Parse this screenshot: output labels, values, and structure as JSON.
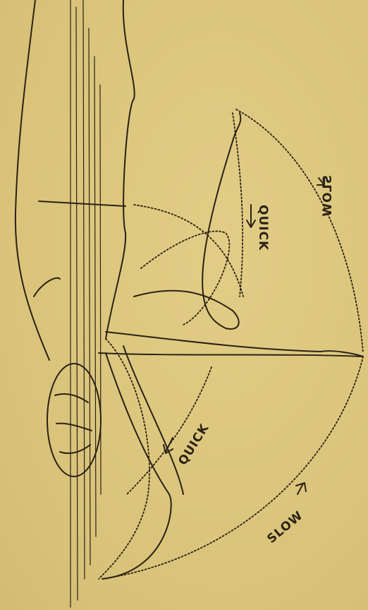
{
  "figure": {
    "labels": {
      "quick_upper": "QUICK",
      "slow_upper": "SLOW",
      "quick_lower": "QUICK",
      "slow_lower": "SLOW"
    }
  }
}
